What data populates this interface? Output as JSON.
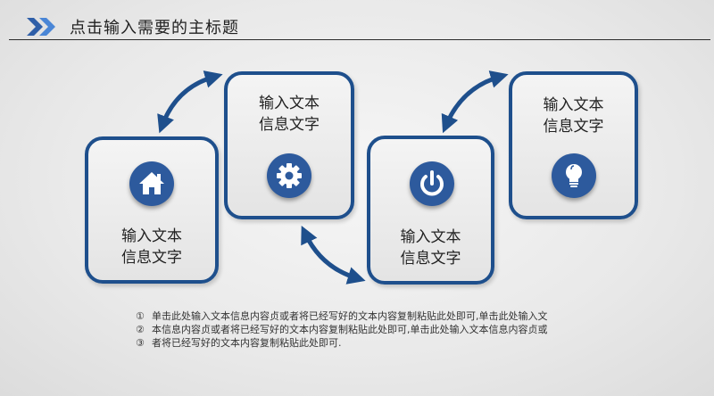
{
  "header": {
    "title": "点击输入需要的主标题"
  },
  "cards": [
    {
      "line1": "输入文本",
      "line2": "信息文字",
      "icon": "home-icon"
    },
    {
      "line1": "输入文本",
      "line2": "信息文字",
      "icon": "gear-icon"
    },
    {
      "line1": "输入文本",
      "line2": "信息文字",
      "icon": "power-icon"
    },
    {
      "line1": "输入文本",
      "line2": "信息文字",
      "icon": "lightbulb-icon"
    }
  ],
  "notes": [
    {
      "num": "①",
      "text": "单击此处输入文本信息内容贞或者将已经写好的文本内容复制粘贴此处即可,单击此处输入文"
    },
    {
      "num": "②",
      "text": "本信息内容贞或者将已经写好的文本内容复制粘贴此处即可,单击此处输入文本信息内容贞或"
    },
    {
      "num": "③",
      "text": "者将已经写好的文本内容复制粘贴此处即可."
    }
  ],
  "colors": {
    "accent": "#1e4f8c",
    "icon_fill": "#2d5a9d",
    "chevron": "#3b78c9"
  }
}
